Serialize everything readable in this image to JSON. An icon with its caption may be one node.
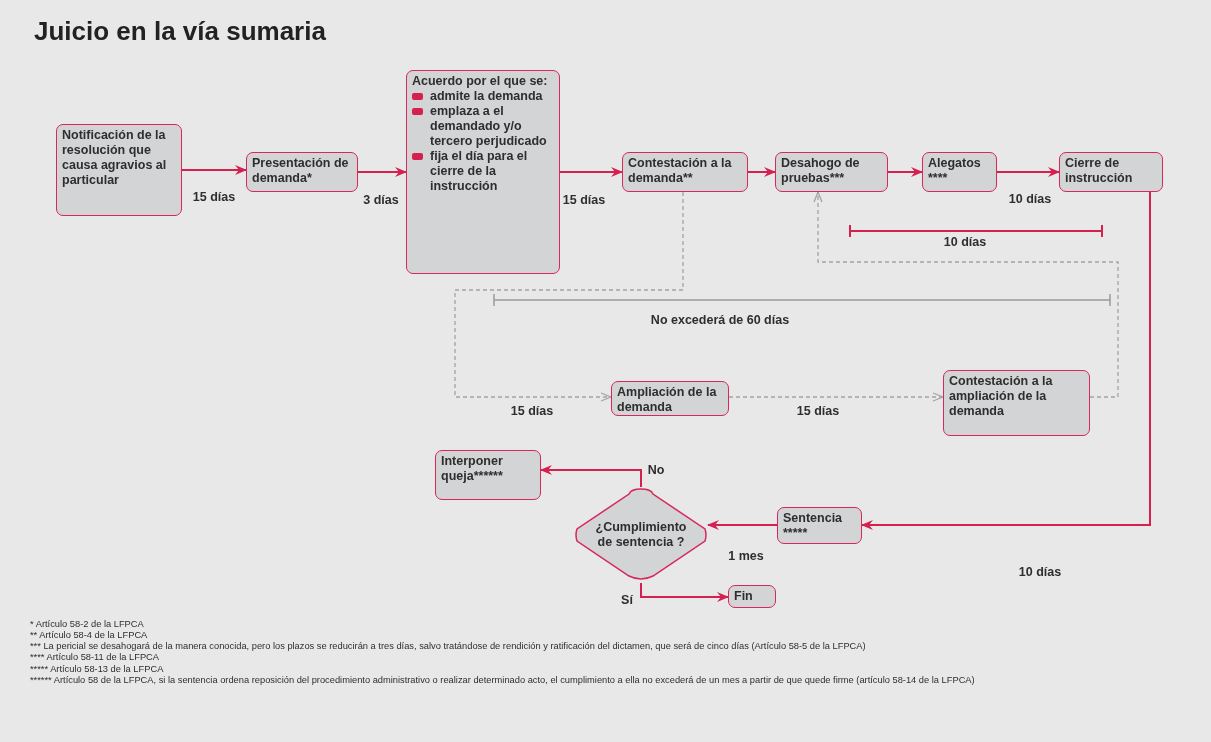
{
  "diagram": {
    "title": "Juicio en la vía sumaria",
    "nodes": [
      {
        "text": [
          "Notificación de la resolución que causa agravios al particular"
        ]
      },
      {
        "text": [
          "Presentación de demanda*"
        ]
      },
      {
        "text": [
          "Acuerdo por el que se:",
          "admite la demanda",
          "emplaza a el demandado y/o tercero perjudicado",
          "fija el día para el cierre de la instrucción"
        ]
      },
      {
        "text": [
          "Contestación a la demanda**"
        ]
      },
      {
        "text": [
          "Desahogo de pruebas***"
        ]
      },
      {
        "text": [
          "Alegatos ****"
        ]
      },
      {
        "text": [
          "Cierre de instrucción"
        ]
      },
      {
        "text": [
          "Ampliación de la demanda"
        ]
      },
      {
        "text": [
          "Contestación a la ampliación de la demanda"
        ]
      },
      {
        "text": [
          "Interponer queja******"
        ]
      },
      {
        "text": [
          "¿Cumplimiento de sentencia ?"
        ]
      },
      {
        "text": [
          "Sentencia *****"
        ]
      },
      {
        "text": [
          "Fin"
        ]
      }
    ],
    "edges": [
      {
        "from": 0,
        "to": 1,
        "arrow": "to",
        "label": "15 días"
      },
      {
        "from": 1,
        "to": 2,
        "arrow": "to",
        "label": "3 días"
      },
      {
        "from": 2,
        "to": 3,
        "arrow": "to",
        "label": "15 días"
      },
      {
        "from": 3,
        "to": 4,
        "arrow": "to"
      },
      {
        "from": 4,
        "to": 5,
        "arrow": "to"
      },
      {
        "from": 5,
        "to": 6,
        "arrow": "to",
        "label": "10 días"
      },
      {
        "from": 3,
        "to": 7,
        "arrow": "to",
        "label": "15 días",
        "style": "dashed",
        "color": "#a3a3a3"
      },
      {
        "from": 7,
        "to": 8,
        "arrow": "to",
        "label": "15 días",
        "style": "dashed",
        "color": "#a3a3a3"
      },
      {
        "from": 8,
        "to": 4,
        "arrow": "to",
        "style": "dashed",
        "color": "#a3a3a3"
      },
      {
        "from": 6,
        "to": 11,
        "arrow": "to",
        "label": "10 días"
      },
      {
        "from": 11,
        "to": 10,
        "arrow": "to",
        "label": "1 mes"
      },
      {
        "from": 10,
        "to": 9,
        "arrow": "to",
        "label": "No"
      },
      {
        "from": 10,
        "to": 12,
        "arrow": "to",
        "label": "Sí"
      }
    ],
    "labels": [
      "10 días",
      "No excederá de 60 días",
      "* Artículo 58-2 de la LFPCA",
      "** Artículo 58-4 de la LFPCA",
      "*** La pericial se desahogará de la manera conocida, pero los plazos se reducirán a tres días, salvo tratándose de rendición y ratificación del dictamen, que será de cinco días (Artículo 58-5 de la LFPCA)",
      "**** Artículo 58-11 de la LFPCA",
      "***** Artículo 58-13 de la LFPCA",
      "****** Artículo 58 de la LFPCA, si la sentencia ordena reposición del procedimiento administrativo o realizar determinado acto, el cumplimiento a ella no excederá de un mes a partir de que quede firme (artículo 58-14 de la LFPCA)"
    ]
  }
}
